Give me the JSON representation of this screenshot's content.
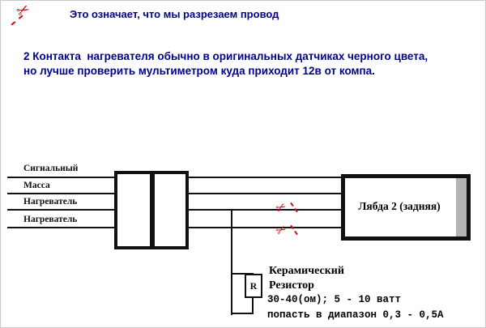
{
  "header": {
    "scissors_note": "Это означает, что мы разрезаем провод"
  },
  "note": {
    "line1": "2 Контакта  нагревателя обычно в оригинальных датчиках черного цвета,",
    "line2": "но лучше проверить мультиметром куда приходит 12в от компа."
  },
  "diagram": {
    "wire_labels": [
      "Сигнальный",
      "Масса",
      "Нагреватель",
      "Нагреватель"
    ],
    "lambda_label": "Лябда 2 (задняя)",
    "resistor": {
      "symbol": "R",
      "name_line1": "Керамический",
      "name_line2": "Резистор",
      "spec_line1": "30-40(ом); 5 - 10 ватт",
      "spec_line2": "попасть в диапазон 0,3 - 0,5А"
    }
  },
  "icons": {
    "scissors": "✂"
  },
  "colors": {
    "note_text": "#00008B",
    "scissors": "#CC1111",
    "wire": "#111111",
    "lambda_stripe": "#B4B4B4"
  }
}
